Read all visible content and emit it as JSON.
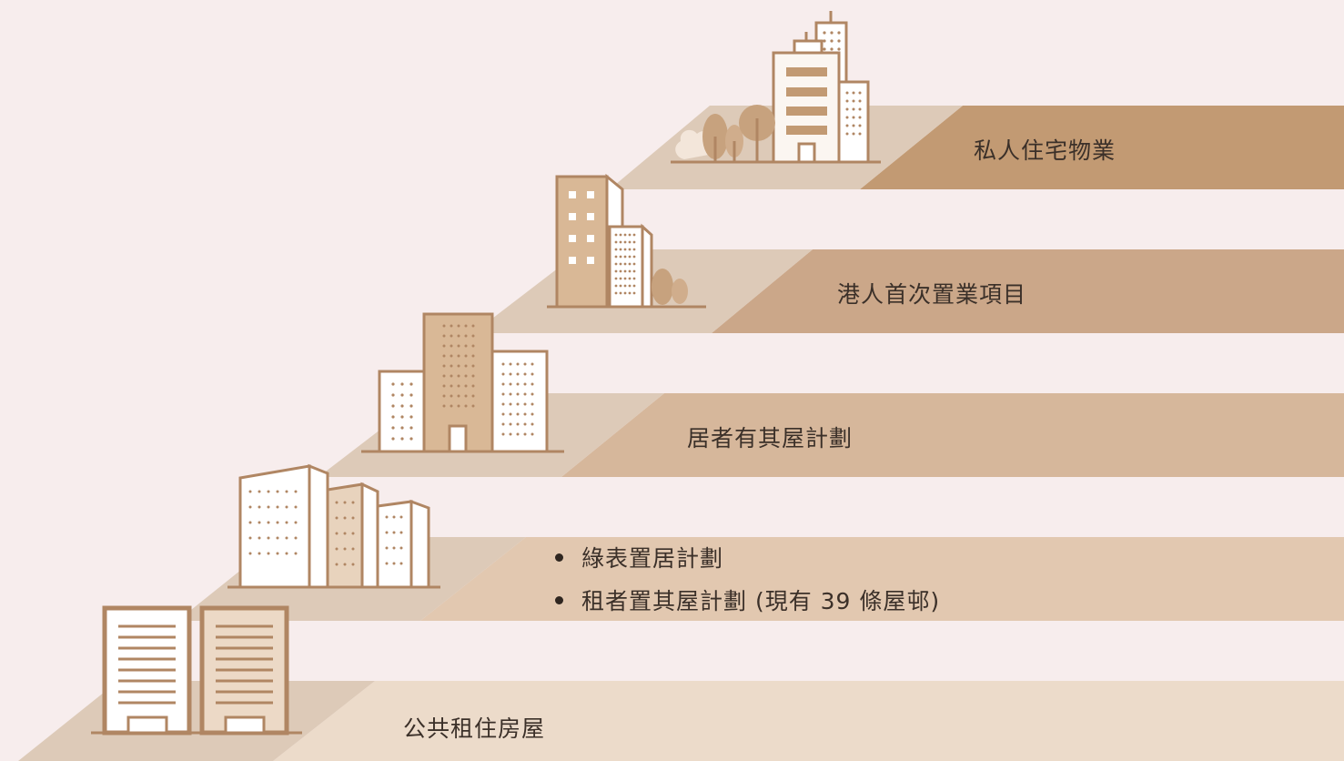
{
  "ladder": {
    "tiers": [
      {
        "label": "私人住宅物業"
      },
      {
        "label": "港人首次置業項目"
      },
      {
        "label": "居者有其屋計劃"
      },
      {
        "bullets": [
          "綠表置居計劃",
          "租者置其屋計劃 (現有 39 條屋邨)"
        ]
      },
      {
        "label": "公共租住房屋"
      }
    ]
  },
  "colors": {
    "background": "#f7eded",
    "tier1_band": "#c29a73",
    "tier2_band": "#cba789",
    "tier3_band": "#d6b79b",
    "tier4_band": "#e2c8b0",
    "tier5_band": "#ecdbca",
    "platform": "#ddcab8",
    "building_outline": "#b08663",
    "building_fill": "#ffffff",
    "building_tan": "#d9b896",
    "tree": "#b8916f"
  },
  "icons": [
    "city-skyline-icon",
    "twin-tower-icon",
    "tower-cluster-icon",
    "apartment-blocks-icon",
    "public-estate-icon"
  ]
}
